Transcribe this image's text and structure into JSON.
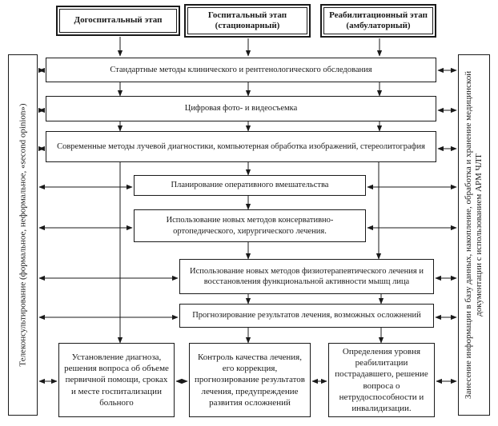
{
  "diagram": {
    "stages": [
      {
        "label": "Догоспитальный этап"
      },
      {
        "label": "Госпитальный этап (стационарный)"
      },
      {
        "label": "Реабилитационный этап (амбулаторный)"
      }
    ],
    "left_panel": {
      "label": "Телеконсультирование (формальное, неформальное, «second opinion»)"
    },
    "right_panel": {
      "label": "Занесение информации в базу данных, накопление, обработка и хранение медицинской документации с использованием АРМ ЧЛТ"
    },
    "process_steps": [
      {
        "label": "Стандартные методы клинического и рентгенологического обследования"
      },
      {
        "label": "Цифровая фото- и видеосъемка"
      },
      {
        "label": "Современные методы лучевой диагностики, компьютерная обработка изображений, стереолитография"
      },
      {
        "label": "Планирование оперативного вмешательства"
      },
      {
        "label": "Использование новых методов консервативно-ортопедического, хирургического лечения."
      },
      {
        "label": "Использование новых методов физиотерапевтического лечения и восстановления функциональной активности мышц лица"
      },
      {
        "label": "Прогнозирование результатов лечения, возможных осложнений"
      }
    ],
    "outcomes": [
      {
        "label": "Установление диагноза, решения вопроса об объеме первичной помощи, сроках и месте госпитализации больного"
      },
      {
        "label": "Контроль качества лечения, его коррекция, прогнозирование результатов лечения, предупреждение развития осложнений"
      },
      {
        "label": "Определения уровня реабилитации пострадавшего, решение вопроса о нетрудоспособности и инвалидизации."
      }
    ],
    "colors": {
      "line": "#1a1a1a",
      "box_border": "#1a1a1a",
      "background": "#ffffff",
      "text": "#1a1a1a"
    }
  }
}
